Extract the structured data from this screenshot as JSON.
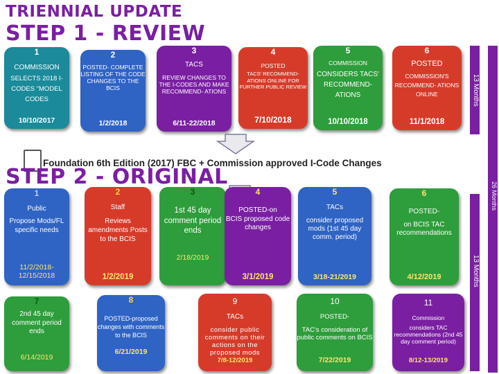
{
  "title_line1": "TRIENNIAL UPDATE",
  "title_step1": "STEP 1 - REVIEW",
  "title_step2": "STEP 2 - ORIGINAL",
  "banner": "Foundation 6th Edition (2017) FBC + Commission approved I-Code Changes",
  "timeline": {
    "months_13a": "13 Months",
    "months_26": "26 Months",
    "months_13b": "13 Months"
  },
  "step1": [
    {
      "num": "1",
      "head": "COMMISSION",
      "body": "SELECTS 2018 I-CODES \"MODEL CODES",
      "date": "10/10/2017"
    },
    {
      "num": "2",
      "head": "",
      "body": "POSTED- COMPLETE LISTING OF THE CODE CHANGES TO THE BCIS",
      "date": "1/2/2018"
    },
    {
      "num": "3",
      "head": "TACS",
      "body": "REVIEW CHANGES TO THE I-CODES AND MAKE RECOMMEND- ATIONS",
      "date": "6/11-22/2018"
    },
    {
      "num": "4",
      "head": "POSTED",
      "body": "TACS' RECOMMEND- ATIONS ONLINE FOR FURTHER PUBLIC REVIEW",
      "date": "7/10/2018"
    },
    {
      "num": "5",
      "head": "COMMISSION",
      "body": "CONSIDERS TACS' RECOMMEND- ATIONS",
      "date": "10/10/2018"
    },
    {
      "num": "6",
      "head": "POSTED",
      "body": "COMMISSION'S RECOMMEND- ATIONS ONLINE",
      "date": "11/1/2018"
    }
  ],
  "step2_row1": [
    {
      "num": "1",
      "head": "Public",
      "body": "Propose Mods/FL specific needs",
      "date": "11/2/2018- 12/15/2018"
    },
    {
      "num": "2",
      "head": "Staff",
      "body": "Reviews amendments Posts to the BCIS",
      "date": "1/2/2019"
    },
    {
      "num": "3",
      "head": "1st 45 day",
      "body": "comment period ends",
      "date": "2/18/2019"
    },
    {
      "num": "4",
      "head": "POSTED-on",
      "body": "BCIS proposed code changes",
      "date": "3/1/2019"
    },
    {
      "num": "5",
      "head": "TACs",
      "body": "consider proposed mods (1st 45 day comm. period)",
      "date": "3/18-21/2019"
    },
    {
      "num": "6",
      "head": "POSTED-",
      "body": "on BCIS TAC recommendations",
      "date": "4/12/2019"
    }
  ],
  "step2_row2": [
    {
      "num": "7",
      "head": "2nd 45 day",
      "body": "comment period ends",
      "date": "6/14/2019"
    },
    {
      "num": "8",
      "head": "",
      "body": "POSTED-proposed changes with comments to the BCIS",
      "date": "6/21/2019"
    },
    {
      "num": "9",
      "head": "TACs",
      "body": "consider public comments on their actions on the proposed mods",
      "date": "7/8-12/2019"
    },
    {
      "num": "10",
      "head": "POSTED-",
      "body": "TAC's consideration of public comments on BCIS",
      "date": "7/22/2019"
    },
    {
      "num": "11",
      "head": "Commission",
      "body": "considers TAC recommendations (2nd 45 day comment period)",
      "date": "8/12-13/2019"
    }
  ],
  "colors": {
    "purple": "#7a1fa2",
    "blue": "#2f63c4",
    "green": "#2e9d3b",
    "red": "#d63b2a",
    "teal": "#1b8a9a"
  }
}
